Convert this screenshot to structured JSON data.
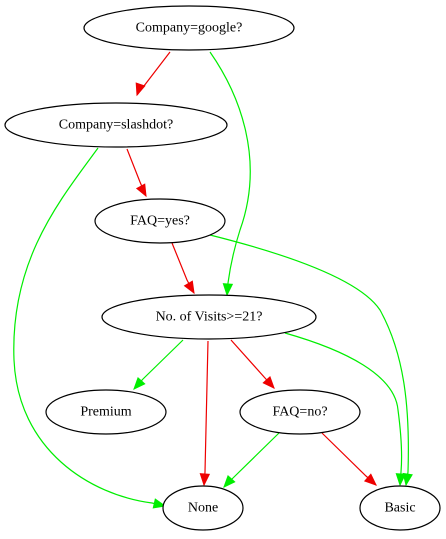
{
  "diagram": {
    "type": "decision-tree",
    "colors": {
      "yes_edge": "#00ee00",
      "no_edge": "#ee0000",
      "node_stroke": "#000000"
    },
    "nodes": [
      {
        "id": "company_google",
        "label": "Company=google?"
      },
      {
        "id": "company_slashdot",
        "label": "Company=slashdot?"
      },
      {
        "id": "faq_yes",
        "label": "FAQ=yes?"
      },
      {
        "id": "visits",
        "label": "No. of Visits>=21?"
      },
      {
        "id": "premium",
        "label": "Premium"
      },
      {
        "id": "faq_no",
        "label": "FAQ=no?"
      },
      {
        "id": "none",
        "label": "None"
      },
      {
        "id": "basic",
        "label": "Basic"
      }
    ],
    "edges": [
      {
        "id": "google-slashdot",
        "from": "company_google",
        "to": "company_slashdot",
        "color": "red"
      },
      {
        "id": "google-visits",
        "from": "company_google",
        "to": "visits",
        "color": "green"
      },
      {
        "id": "slashdot-faqyes",
        "from": "company_slashdot",
        "to": "faq_yes",
        "color": "red"
      },
      {
        "id": "slashdot-none",
        "from": "company_slashdot",
        "to": "none",
        "color": "green"
      },
      {
        "id": "faqyes-visits",
        "from": "faq_yes",
        "to": "visits",
        "color": "red"
      },
      {
        "id": "faqyes-basic",
        "from": "faq_yes",
        "to": "basic",
        "color": "green"
      },
      {
        "id": "visits-premium",
        "from": "visits",
        "to": "premium",
        "color": "green"
      },
      {
        "id": "visits-none",
        "from": "visits",
        "to": "none",
        "color": "red"
      },
      {
        "id": "visits-faqno",
        "from": "visits",
        "to": "faq_no",
        "color": "red"
      },
      {
        "id": "visits-basic",
        "from": "visits",
        "to": "basic",
        "color": "green"
      },
      {
        "id": "faqno-none",
        "from": "faq_no",
        "to": "none",
        "color": "green"
      },
      {
        "id": "faqno-basic",
        "from": "faq_no",
        "to": "basic",
        "color": "red"
      }
    ]
  }
}
